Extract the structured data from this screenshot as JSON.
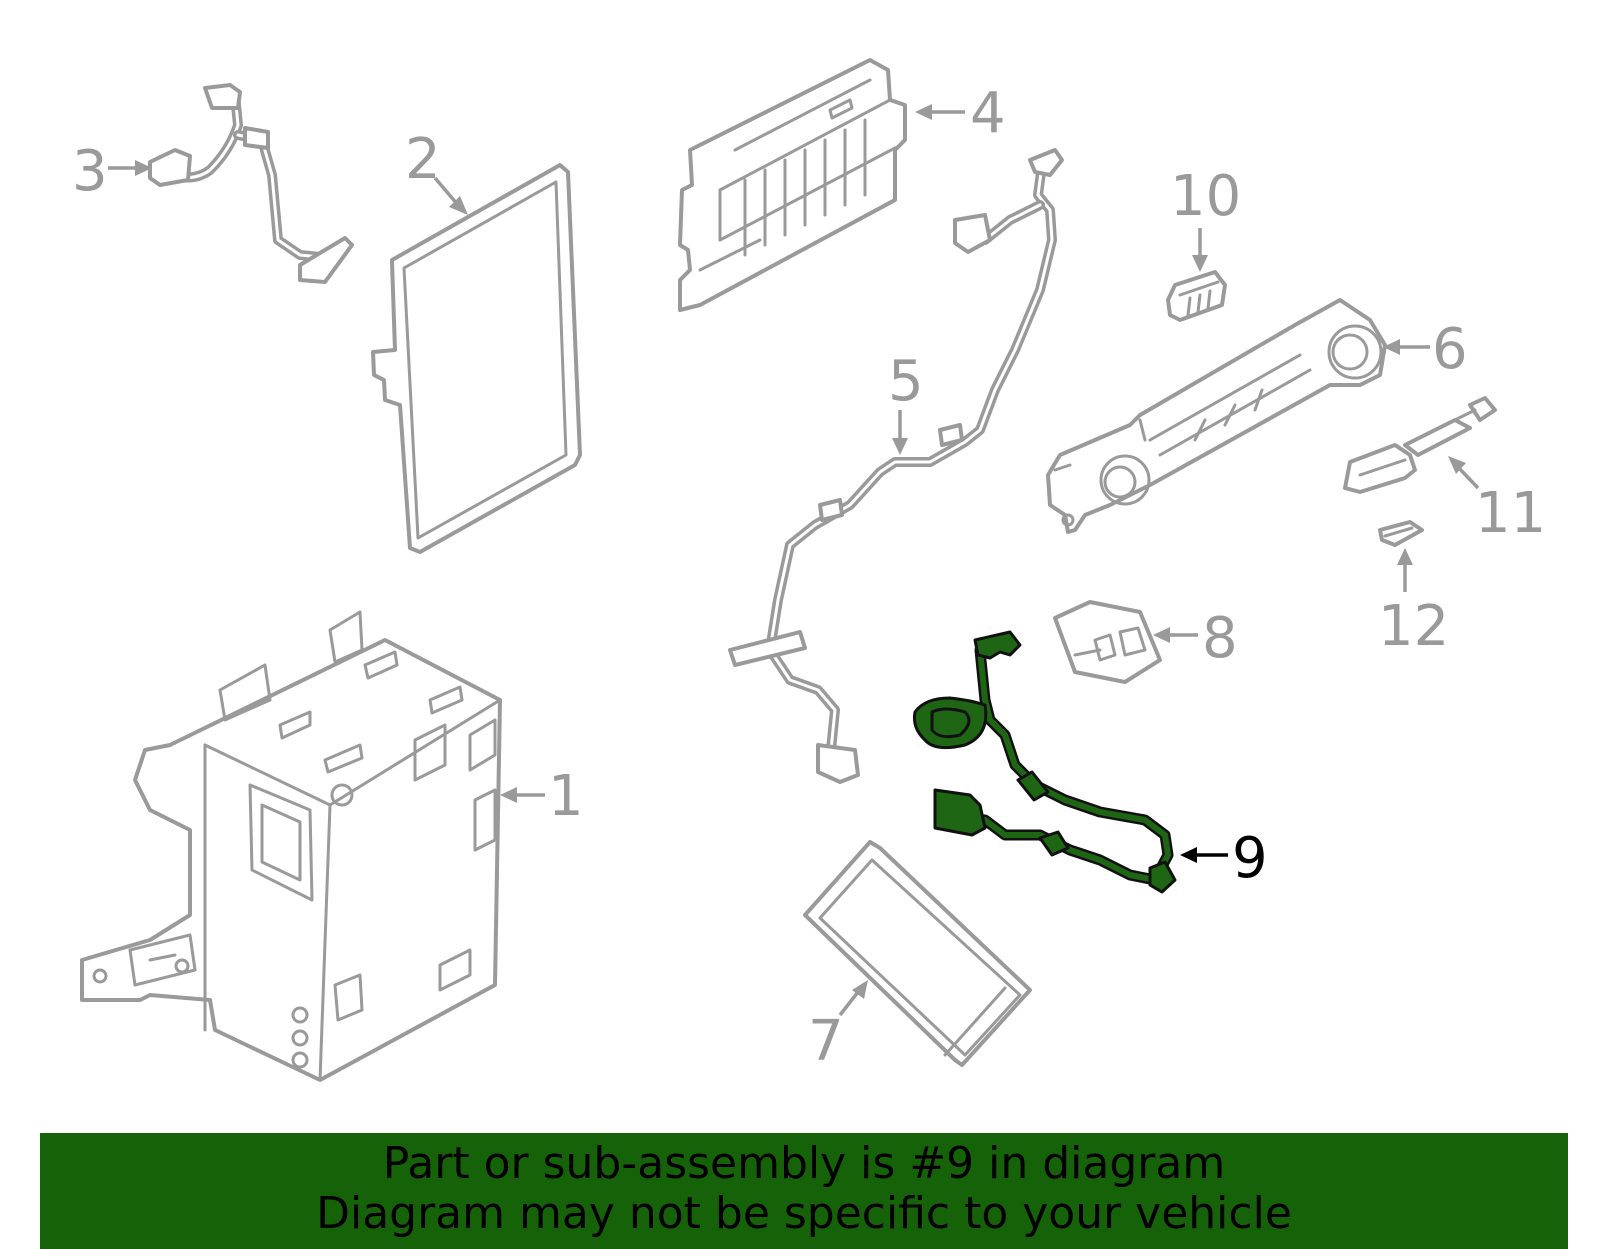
{
  "callouts": {
    "c1": "1",
    "c2": "2",
    "c3": "3",
    "c4": "4",
    "c5": "5",
    "c6": "6",
    "c7": "7",
    "c8": "8",
    "c9": "9",
    "c10": "10",
    "c11": "11",
    "c12": "12"
  },
  "highlighted_part": "9",
  "colors": {
    "highlight_fill": "#1e6614",
    "banner_background": "#166209",
    "part_outline": "#9a9a9a"
  },
  "banner": {
    "line1": "Part or sub-assembly is #9 in diagram",
    "line2": "Diagram may not be specific to your vehicle"
  }
}
